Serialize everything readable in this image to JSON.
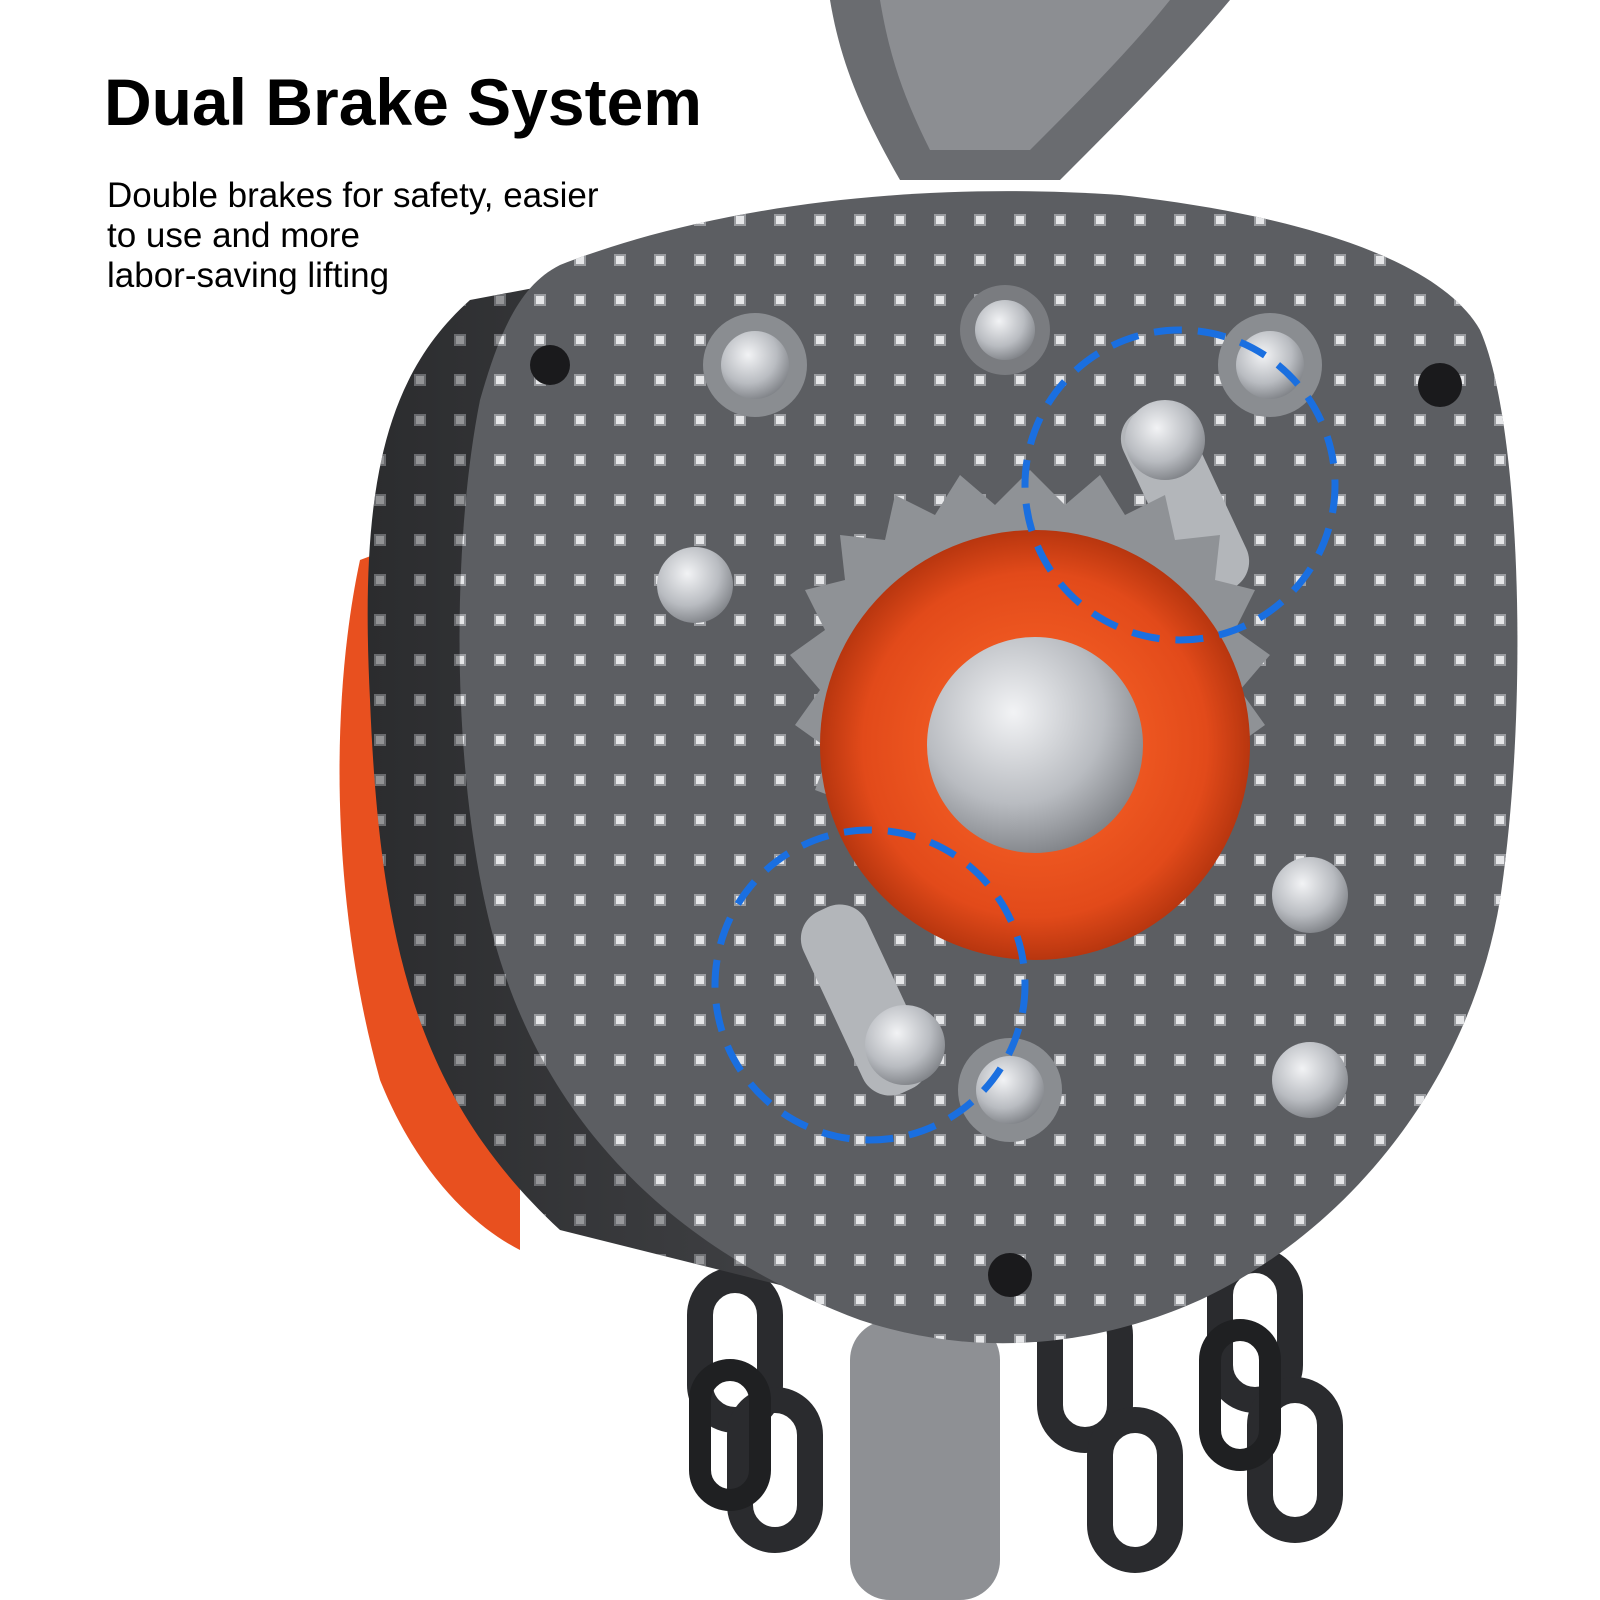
{
  "headline": "Dual Brake System",
  "subtext": {
    "line1": "Double brakes for safety, easier",
    "line2": "to use and more",
    "line3": "labor-saving lifting"
  },
  "colors": {
    "plate": "#5c5e62",
    "plate_dark": "#3a3b3e",
    "accent_orange": "#e8501f",
    "highlight_blue": "#1a6fe0",
    "chain": "#2a2b2e",
    "steel": "#c9ccd0"
  },
  "icons": [
    "chain-hoist-image",
    "brake-highlight-circle"
  ]
}
